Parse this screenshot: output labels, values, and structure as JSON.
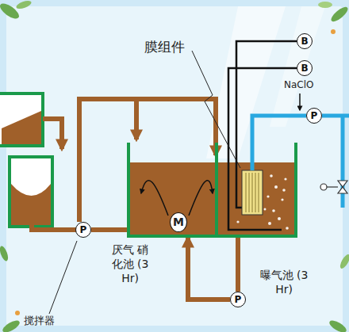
{
  "diagram": {
    "nodes": [
      {
        "text": [
          "B"
        ]
      },
      {
        "text": [
          "B"
        ]
      },
      {
        "text": [
          "P"
        ]
      },
      {
        "text": [
          "厌气 硝化池 (3 Hr)"
        ]
      },
      {
        "text": [
          "M"
        ],
        "in": 3
      },
      {
        "text": [
          "曝气池 (3 Hr)"
        ]
      },
      {
        "text": [
          "P"
        ]
      },
      {
        "text": [
          "P"
        ]
      }
    ],
    "edges": [
      {
        "from": 0,
        "to": 5,
        "arrow": "none"
      },
      {
        "from": 1,
        "to": 5,
        "arrow": "none"
      },
      {
        "from": 2,
        "to": 5,
        "arrow": "none"
      },
      {
        "from": 6,
        "to": 4,
        "arrow": "none"
      },
      {
        "from": 5,
        "to": 7,
        "arrow": "none"
      },
      {
        "from": 7,
        "to": 3,
        "arrow": "to"
      }
    ],
    "labels": [
      "膜组件",
      "NaClO",
      "搅拌器"
    ]
  }
}
